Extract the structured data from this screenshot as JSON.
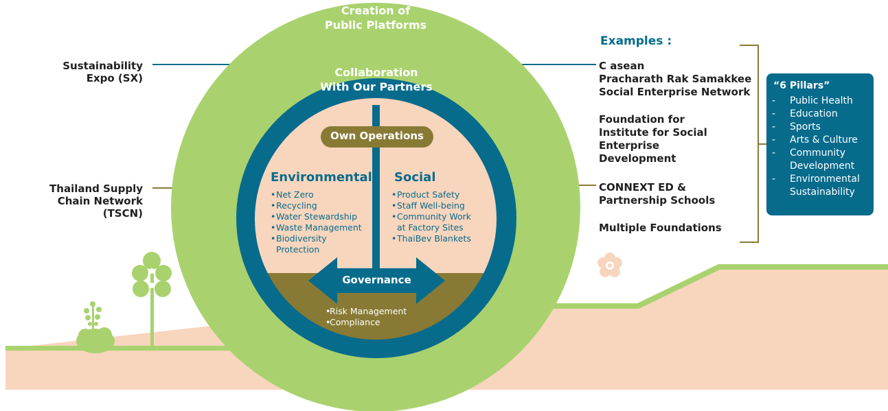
{
  "outer_ring": {
    "title_line1": "Creation of",
    "title_line2": "Public Platforms"
  },
  "middle_ring": {
    "title_line1": "Collaboration",
    "title_line2": "With Our Partners"
  },
  "core": {
    "title": "Own Operations",
    "environmental": {
      "title": "Environmental",
      "items": [
        "Net Zero",
        "Recycling",
        "Water Stewardship",
        "Waste Management",
        "Biodiversity Protection"
      ]
    },
    "social": {
      "title": "Social",
      "items": [
        "Product Safety",
        "Staff Well-being",
        "Community Work at Factory Sites",
        "ThaiBev Blankets"
      ]
    },
    "governance": {
      "title": "Governance",
      "items": [
        "Risk Management",
        "Compliance"
      ]
    }
  },
  "left_labels": {
    "sx_line1": "Sustainability",
    "sx_line2": "Expo (SX)",
    "tscn_line1": "Thailand Supply",
    "tscn_line2": "Chain Network",
    "tscn_line3": "(TSCN)"
  },
  "examples": {
    "heading": "Examples :",
    "group1": [
      "C asean",
      "Pracharath Rak Samakkee",
      "Social Enterprise Network"
    ],
    "group2": [
      "Foundation for",
      "Institute for Social",
      "Enterprise",
      "Development"
    ],
    "group3": [
      "CONNEXT ED &",
      "Partnership Schools"
    ],
    "group4": [
      "Multiple Foundations"
    ]
  },
  "pillars": {
    "title": "“6 Pillars”",
    "items": [
      "Public Health",
      "Education",
      "Sports",
      "Arts & Culture",
      "Community Development",
      "Environmental Sustainability"
    ]
  },
  "colors": {
    "outer_ring": "#a9d26e",
    "middle_ring": "#076b8c",
    "core_fill": "#f8d5bd",
    "governance_fill": "#887a34",
    "ground": "#f8d5bd",
    "grass": "#a9d26e",
    "accent_olive": "#887a34",
    "text_blue": "#076b8c"
  },
  "icons": [
    "tree-icon",
    "sprout-icon",
    "flower-icon",
    "double-arrow-icon"
  ]
}
